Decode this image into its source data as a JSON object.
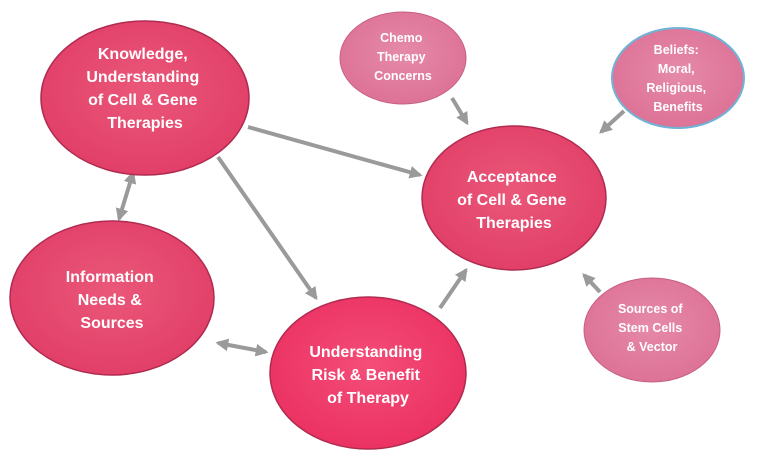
{
  "nodes": {
    "knowledge": {
      "lines": [
        "Knowledge,",
        "Understanding",
        "of Cell & Gene",
        "Therapies"
      ]
    },
    "information": {
      "lines": [
        "Information",
        "Needs &",
        "Sources"
      ]
    },
    "risk": {
      "lines": [
        "Understanding",
        "Risk & Benefit",
        "of Therapy"
      ]
    },
    "acceptance": {
      "lines": [
        "Acceptance",
        "of Cell & Gene",
        "Therapies"
      ]
    },
    "chemo": {
      "lines": [
        "Chemo",
        "Therapy",
        "Concerns"
      ]
    },
    "beliefs": {
      "lines": [
        "Beliefs:",
        "Moral,",
        "Religious,",
        "Benefits"
      ]
    },
    "sources": {
      "lines": [
        "Sources of",
        "Stem Cells",
        "& Vector"
      ]
    }
  },
  "colors": {
    "main_fill": "#e8476e",
    "risk_fill": "#f0386a",
    "minor_fill": "#e2799b",
    "main_stroke": "#b02b50",
    "beliefs_stroke": "#6fb3d6",
    "arrow": "#9a9a9a"
  }
}
